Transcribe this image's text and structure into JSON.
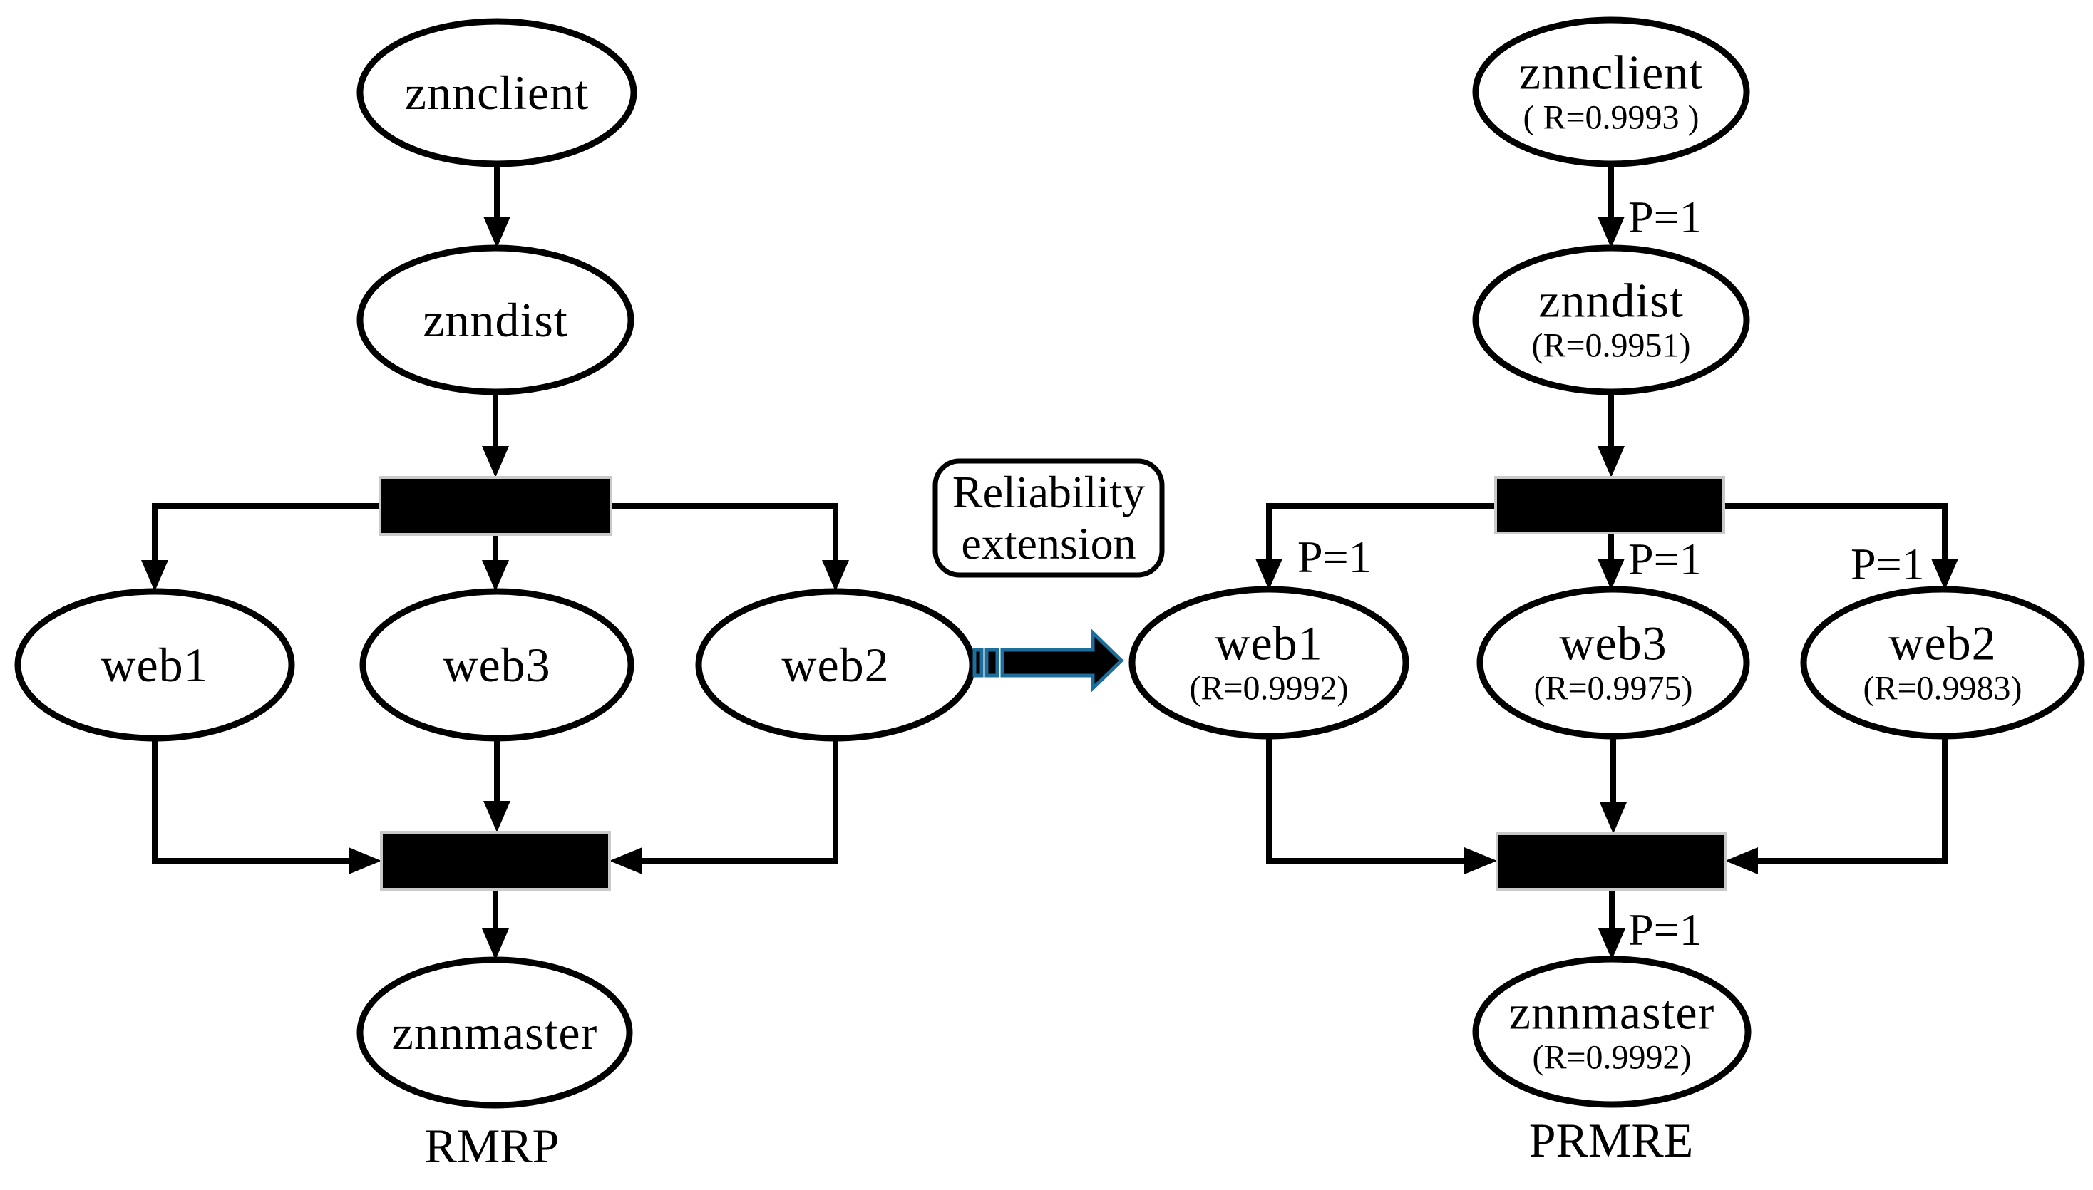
{
  "left_diagram": {
    "title": "RMRP",
    "nodes": [
      {
        "id": "znnclient",
        "label": "znnclient"
      },
      {
        "id": "znndist",
        "label": "znndist"
      },
      {
        "id": "web1",
        "label": "web1"
      },
      {
        "id": "web3",
        "label": "web3"
      },
      {
        "id": "web2",
        "label": "web2"
      },
      {
        "id": "znnmaster",
        "label": "znnmaster"
      }
    ]
  },
  "middle": {
    "box_line1": "Reliability",
    "box_line2": "extension",
    "arrow_icon": "striped-right-arrow"
  },
  "right_diagram": {
    "title": "PRMRE",
    "nodes": [
      {
        "id": "znnclient",
        "label": "znnclient",
        "reliability": "( R=0.9993 )"
      },
      {
        "id": "znndist",
        "label": "znndist",
        "reliability": "(R=0.9951)"
      },
      {
        "id": "web1",
        "label": "web1",
        "reliability": "(R=0.9992)"
      },
      {
        "id": "web3",
        "label": "web3",
        "reliability": "(R=0.9975)"
      },
      {
        "id": "web2",
        "label": "web2",
        "reliability": "(R=0.9983)"
      },
      {
        "id": "znnmaster",
        "label": "znnmaster",
        "reliability": "(R=0.9992)"
      }
    ],
    "edge_labels": {
      "client_to_dist": "P=1",
      "fork_to_web1": "P=1",
      "fork_to_web3": "P=1",
      "fork_to_web2": "P=1",
      "join_to_master": "P=1"
    }
  },
  "colors": {
    "node_stroke": "#000000",
    "bar_fill": "#000000",
    "bar_border": "#c9c9c9",
    "arrow_outline": "#1d6e9b",
    "arrow_fill": "#000000"
  }
}
